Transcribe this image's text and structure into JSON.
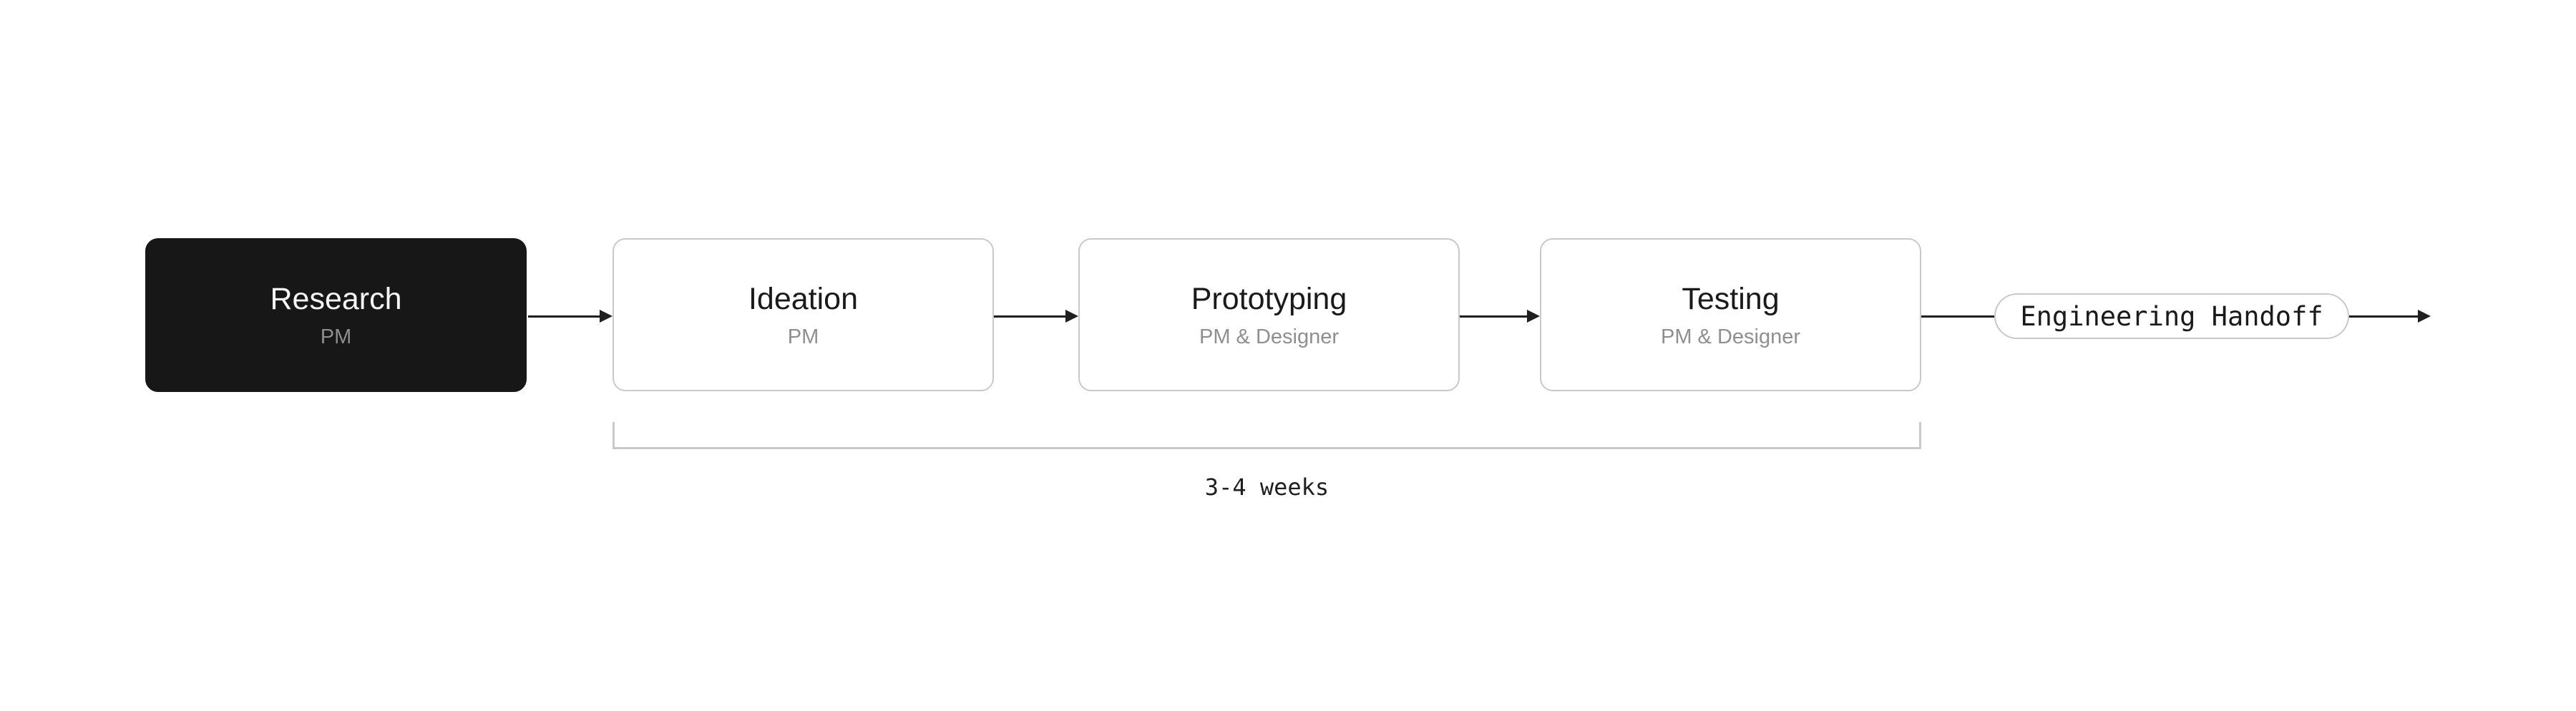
{
  "diagram": {
    "stages": [
      {
        "title": "Research",
        "subtitle": "PM",
        "variant": "dark"
      },
      {
        "title": "Ideation",
        "subtitle": "PM",
        "variant": "light"
      },
      {
        "title": "Prototyping",
        "subtitle": "PM & Designer",
        "variant": "light"
      },
      {
        "title": "Testing",
        "subtitle": "PM & Designer",
        "variant": "light"
      }
    ],
    "handoff": {
      "label": "Engineering Handoff"
    },
    "duration": {
      "label": "3-4 weeks"
    }
  },
  "colors": {
    "background": "#ffffff",
    "dark_fill": "#171717",
    "dark_title": "#f5f5f5",
    "dark_subtitle": "#8d8d8d",
    "light_fill": "#ffffff",
    "light_border": "#c9c9c9",
    "light_title": "#1a1a1a",
    "light_subtitle": "#8f8f8f",
    "arrow": "#1f1f1f",
    "bracket": "#c9c9c9",
    "label": "#1f1f1f"
  }
}
